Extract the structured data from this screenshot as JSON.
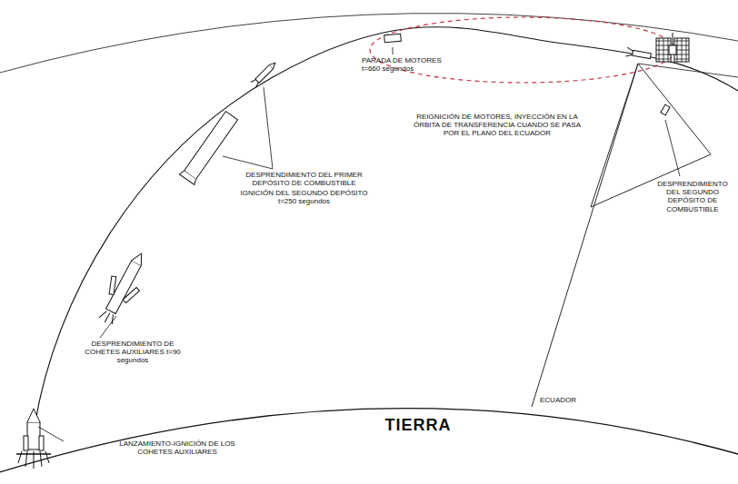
{
  "diagram": {
    "labels": [
      "PARADA DE MOTORES t=660 segundos",
      "DESPRENDIMIENTO DEL PRIMER DEPÓSITO DE COMBUSTIBLE",
      "IGNICIÓN DEL SEGUNDO DEPÓSITO t=250 segundos",
      "REIGNICIÓN DE MOTORES, INYECCIÓN EN LA ÓRBITA DE TRANSFERENCIA CUANDO SE PASA POR EL PLANO DEL ECUADOR",
      "DESPRENDIMIENTO DEL SEGUNDO DEPÓSITO DE COMBUSTIBLE",
      "DESPRENDIMIENTO DE COHETES AUXILIARES t=90 segundos",
      "LANZAMIENTO-IGNICIÓN DE LOS COHETES AUXILIARES",
      "ECUADOR",
      "TIERRA"
    ]
  }
}
